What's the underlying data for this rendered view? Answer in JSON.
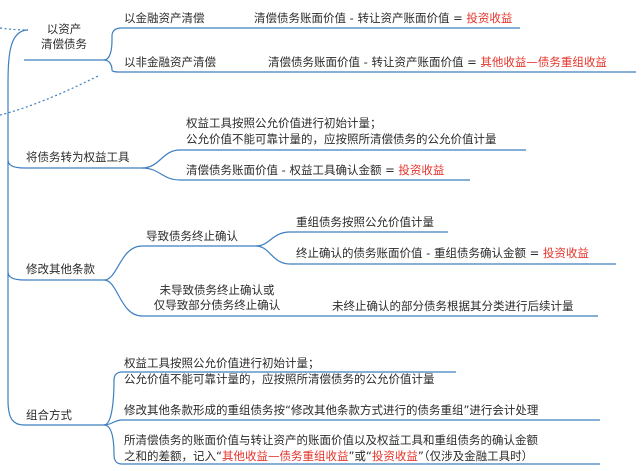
{
  "groups": {
    "asset_settlement": {
      "title_lines": [
        "以资产",
        "清偿债务"
      ],
      "financial": {
        "label": "以金融资产清偿",
        "formula": "清偿债务账面价值 - 转让资产账面价值 =",
        "result": "投资收益"
      },
      "non_financial": {
        "label": "以非金融资产清偿",
        "formula": "清偿债务账面价值 - 转让资产账面价值 =",
        "result": "其他收益—债务重组收益"
      }
    },
    "equity_conversion": {
      "title": "将债务转为权益工具",
      "measure_lines": [
        "权益工具按照公允价值进行初始计量；",
        "公允价值不能可靠计量的，应按照所清偿债务的公允价值计量"
      ],
      "formula": "清偿债务账面价值 - 权益工具确认金额 =",
      "result": "投资收益"
    },
    "modify_terms": {
      "title": "修改其他条款",
      "derecognized": {
        "label": "导致债务终止确认",
        "measure": "重组债务按照公允价值计量",
        "formula": "终止确认的债务账面价值 - 重组债务确认金额 =",
        "result": "投资收益"
      },
      "not_derecognized": {
        "label_lines": [
          "未导致债务终止确认或",
          "仅导致部分债务终止确认"
        ],
        "text": "未终止确认的部分债务根据其分类进行后续计量"
      }
    },
    "combination": {
      "title": "组合方式",
      "measure_lines": [
        "权益工具按照公允价值进行初始计量；",
        "公允价值不能可靠计量的，应按照所清偿债务的公允价值计量"
      ],
      "modified": "修改其他条款形成的重组债务按“修改其他条款方式进行的债务重组”进行会计处理",
      "diff_line1": "所清偿债务的账面价值与转让资产的账面价值以及权益工具和重组债务的确认金额",
      "diff_line2_a": "之和的差额，记入“",
      "diff_line2_red1": "其他收益—债务重组收益",
      "diff_line2_b": "”或“",
      "diff_line2_red2": "投资收益",
      "diff_line2_c": "”（仅涉及金融工具时）"
    }
  },
  "colors": {
    "line": "#3d7fc1",
    "dotted": "#3d7fc1",
    "accent_red": "#e5332a",
    "text": "#2b2b2b"
  }
}
